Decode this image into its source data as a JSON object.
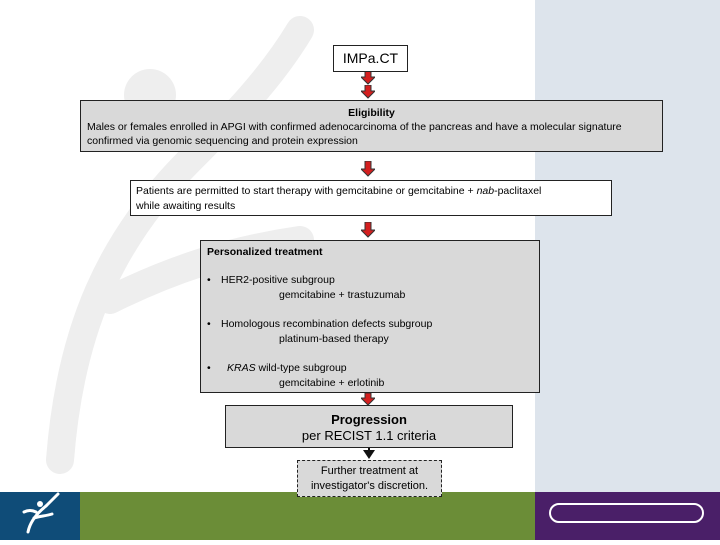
{
  "title": "IMPa.CT",
  "eligibility": {
    "heading": "Eligibility",
    "text": "Males or females enrolled in APGI with confirmed adenocarcinoma of the pancreas and have a molecular signature confirmed via genomic sequencing and protein expression"
  },
  "start_therapy": {
    "line1_pre": "Patients are permitted to start therapy with gemcitabine or gemcitabine + ",
    "line1_italic": "nab",
    "line1_post": "-paclitaxel",
    "line2": "while awaiting results"
  },
  "personalized": {
    "heading": "Personalized treatment",
    "bullet": "•",
    "items": [
      {
        "label": "HER2-positive subgroup",
        "therapy": "gemcitabine + trastuzumab"
      },
      {
        "label": "Homologous recombination defects subgroup",
        "therapy": "platinum-based therapy"
      },
      {
        "label_italic": "KRAS",
        "label": " wild-type subgroup",
        "therapy": "gemcitabine + erlotinib"
      }
    ]
  },
  "progression": {
    "heading": "Progression",
    "text": "per RECIST 1.1 criteria"
  },
  "further": {
    "line1": "Further treatment at",
    "line2": "investigator's discretion."
  },
  "colors": {
    "arrow": "#d41f1f",
    "box_gray": "#d9d9d9",
    "footer_blue": "#0f4c78",
    "footer_green": "#6b8d37",
    "footer_purple": "#4a1f68",
    "side_panel": "#dde4ec"
  },
  "icons": {
    "logo": "apgi-figure-logo-icon",
    "arrows": "down-arrow-icon"
  }
}
